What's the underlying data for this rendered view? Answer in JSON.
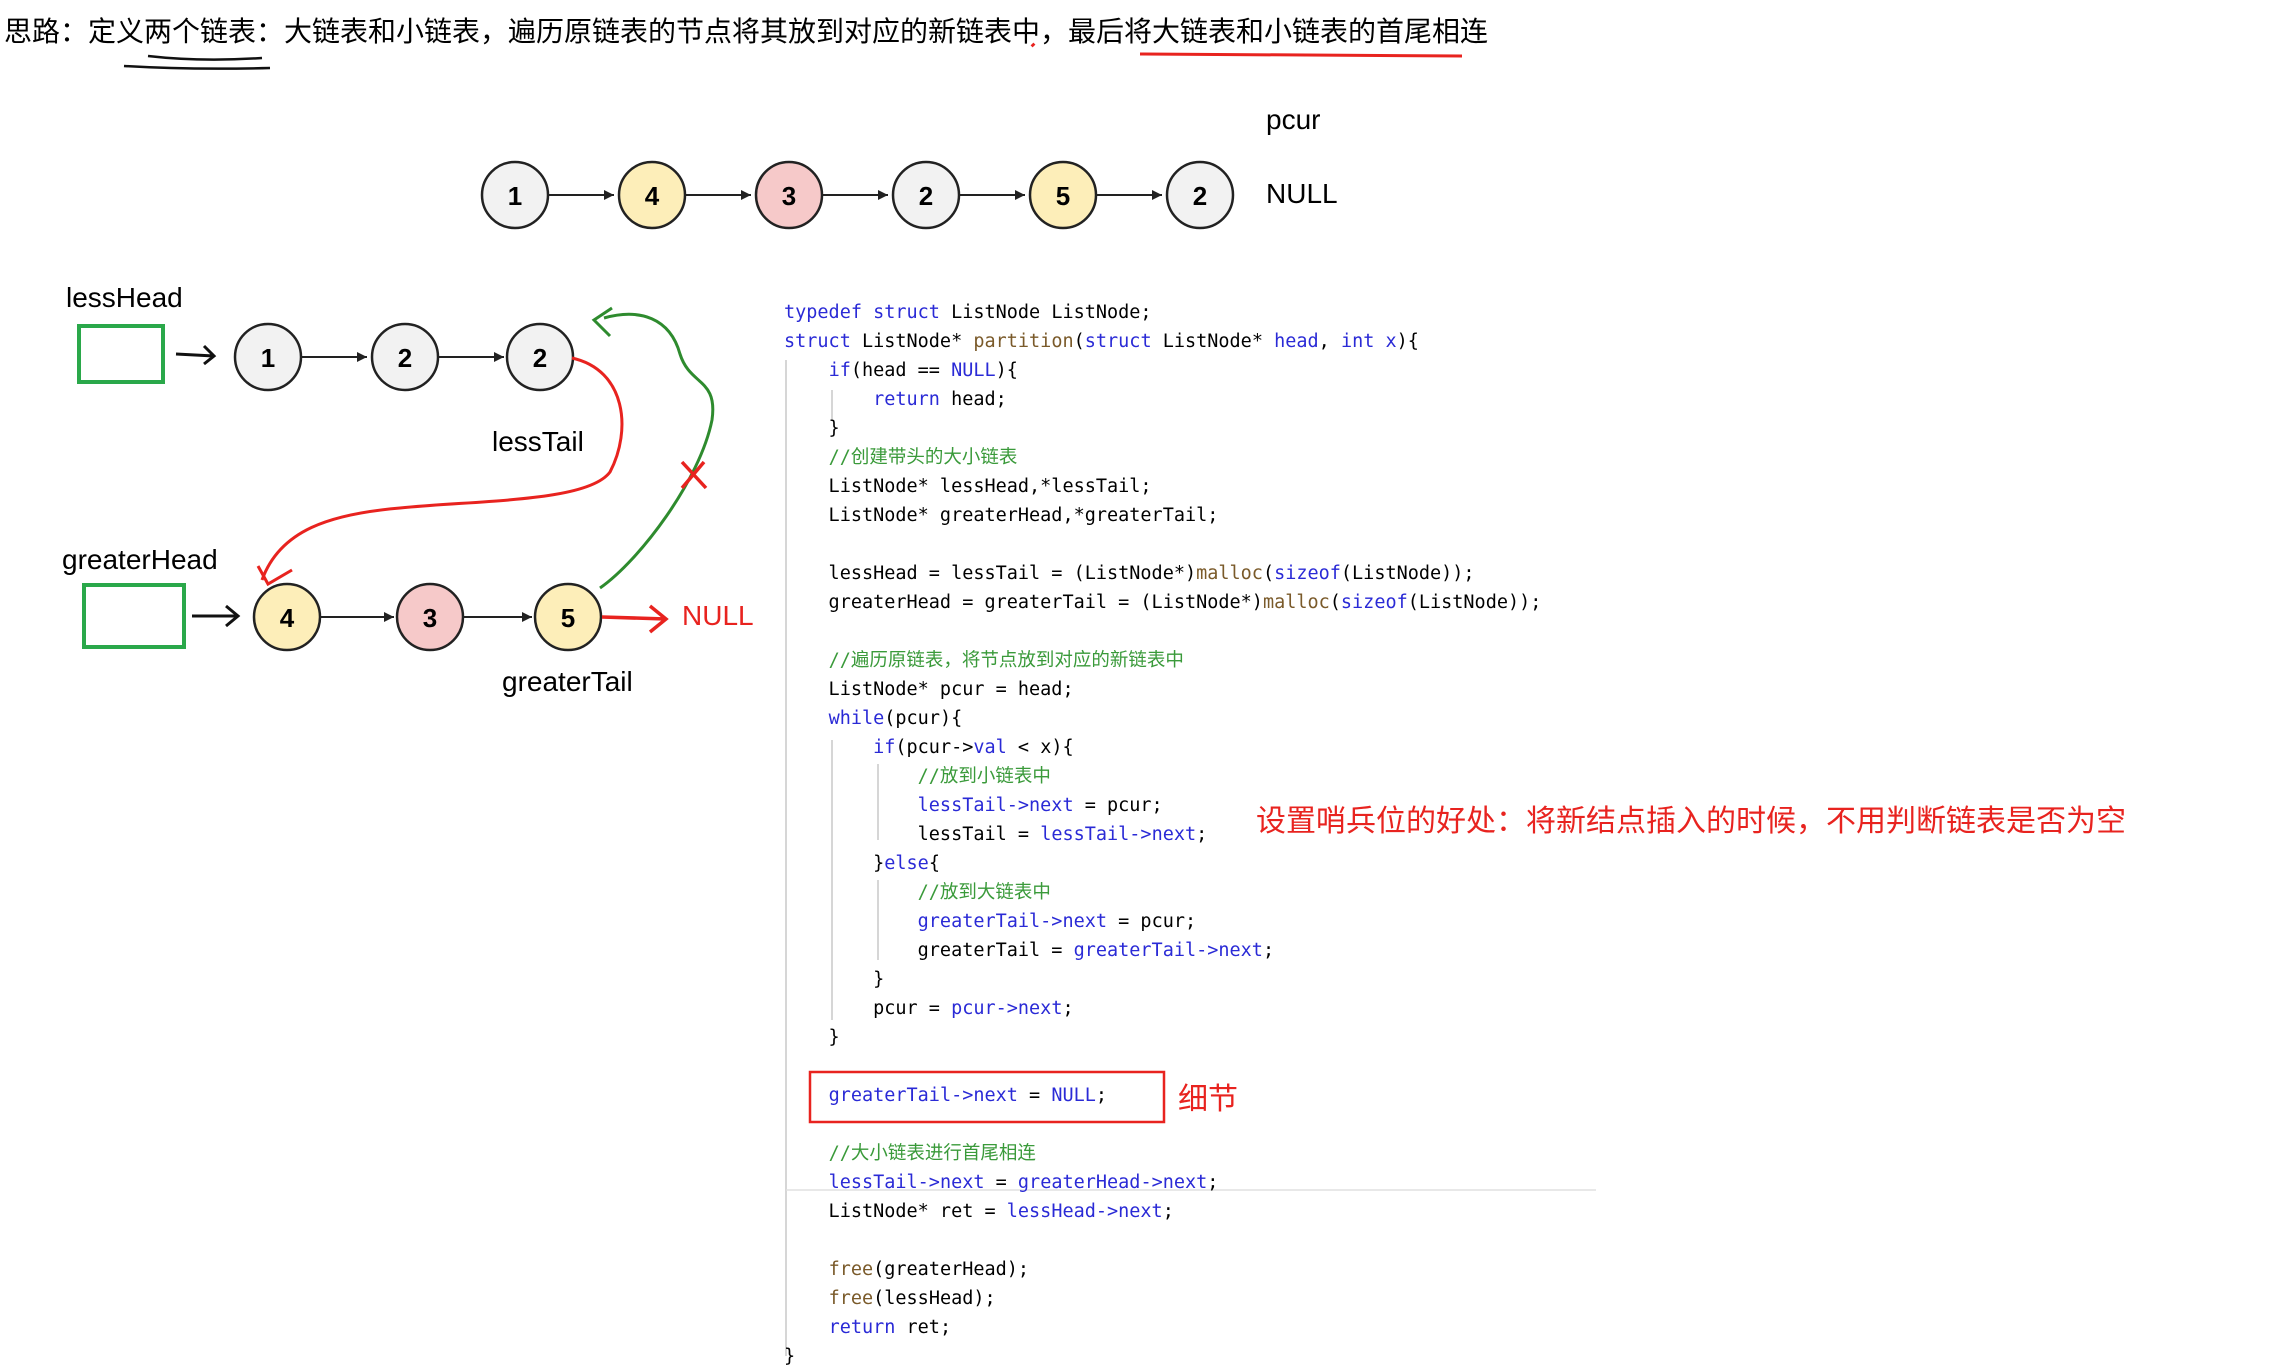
{
  "title": {
    "parts": [
      "思路：定义",
      "两个链表",
      "：大链表和小链表，遍历原链表的节点将其放到对应的新链表中，最后将",
      "大链表和小链表的首尾相连"
    ]
  },
  "original_list": {
    "values": [
      "1",
      "4",
      "3",
      "2",
      "5",
      "2"
    ],
    "pointer_label": "pcur",
    "end_label": "NULL"
  },
  "less_list": {
    "head_label": "lessHead",
    "values": [
      "1",
      "2",
      "2"
    ],
    "tail_label": "lessTail"
  },
  "greater_list": {
    "head_label": "greaterHead",
    "values": [
      "4",
      "3",
      "5"
    ],
    "tail_label": "greaterTail",
    "end_label": "NULL"
  },
  "colors": {
    "gray_node": "#f2f2f2",
    "yellow_node": "#fdeeb9",
    "red_node": "#f6c9c9",
    "sentinel_box": "#2aa84a",
    "red_annotation": "#e8231f",
    "green_annotation": "#2e8b2e"
  },
  "code_lines": [
    [
      [
        "kw",
        "typedef"
      ],
      [
        "pl",
        " "
      ],
      [
        "kw",
        "struct"
      ],
      [
        "pl",
        " ListNode ListNode;"
      ]
    ],
    [
      [
        "kw",
        "struct"
      ],
      [
        "pl",
        " ListNode* "
      ],
      [
        "fn",
        "partition"
      ],
      [
        "pl",
        "("
      ],
      [
        "kw",
        "struct"
      ],
      [
        "pl",
        " ListNode* "
      ],
      [
        "kw",
        "head"
      ],
      [
        "pl",
        ", "
      ],
      [
        "kw",
        "int"
      ],
      [
        "pl",
        " "
      ],
      [
        "kw",
        "x"
      ],
      [
        "pl",
        "){"
      ]
    ],
    [
      [
        "pl",
        "    "
      ],
      [
        "kw",
        "if"
      ],
      [
        "pl",
        "(head == "
      ],
      [
        "lit",
        "NULL"
      ],
      [
        "pl",
        "){"
      ]
    ],
    [
      [
        "pl",
        "        "
      ],
      [
        "kw",
        "return"
      ],
      [
        "pl",
        " head;"
      ]
    ],
    [
      [
        "pl",
        "    }"
      ]
    ],
    [
      [
        "pl",
        "    "
      ],
      [
        "cm",
        "//创建带头的大小链表"
      ]
    ],
    [
      [
        "pl",
        "    ListNode* lessHead,*lessTail;"
      ]
    ],
    [
      [
        "pl",
        "    ListNode* greaterHead,*greaterTail;"
      ]
    ],
    [
      [
        "pl",
        ""
      ]
    ],
    [
      [
        "pl",
        "    lessHead = lessTail = (ListNode*)"
      ],
      [
        "fn",
        "malloc"
      ],
      [
        "pl",
        "("
      ],
      [
        "kw",
        "sizeof"
      ],
      [
        "pl",
        "(ListNode));"
      ]
    ],
    [
      [
        "pl",
        "    greaterHead = greaterTail = (ListNode*)"
      ],
      [
        "fn",
        "malloc"
      ],
      [
        "pl",
        "("
      ],
      [
        "kw",
        "sizeof"
      ],
      [
        "pl",
        "(ListNode));"
      ]
    ],
    [
      [
        "pl",
        ""
      ]
    ],
    [
      [
        "pl",
        "    "
      ],
      [
        "cm",
        "//遍历原链表，将节点放到对应的新链表中"
      ]
    ],
    [
      [
        "pl",
        "    ListNode* pcur = head;"
      ]
    ],
    [
      [
        "pl",
        "    "
      ],
      [
        "kw",
        "while"
      ],
      [
        "pl",
        "(pcur){"
      ]
    ],
    [
      [
        "pl",
        "        "
      ],
      [
        "kw",
        "if"
      ],
      [
        "pl",
        "(pcur->"
      ],
      [
        "kw",
        "val"
      ],
      [
        "pl",
        " < x){"
      ]
    ],
    [
      [
        "pl",
        "            "
      ],
      [
        "cm",
        "//放到小链表中"
      ]
    ],
    [
      [
        "pl",
        "            "
      ],
      [
        "kw",
        "lessTail->next"
      ],
      [
        "pl",
        " = pcur;"
      ]
    ],
    [
      [
        "pl",
        "            lessTail = "
      ],
      [
        "kw",
        "lessTail->next"
      ],
      [
        "pl",
        ";"
      ]
    ],
    [
      [
        "pl",
        "        }"
      ],
      [
        "kw",
        "else"
      ],
      [
        "pl",
        "{"
      ]
    ],
    [
      [
        "pl",
        "            "
      ],
      [
        "cm",
        "//放到大链表中"
      ]
    ],
    [
      [
        "pl",
        "            "
      ],
      [
        "kw",
        "greaterTail->next"
      ],
      [
        "pl",
        " = pcur;"
      ]
    ],
    [
      [
        "pl",
        "            greaterTail = "
      ],
      [
        "kw",
        "greaterTail->next"
      ],
      [
        "pl",
        ";"
      ]
    ],
    [
      [
        "pl",
        "        }"
      ]
    ],
    [
      [
        "pl",
        "        pcur = "
      ],
      [
        "kw",
        "pcur->next"
      ],
      [
        "pl",
        ";"
      ]
    ],
    [
      [
        "pl",
        "    }"
      ]
    ],
    [
      [
        "pl",
        ""
      ]
    ],
    [
      [
        "pl",
        "    "
      ],
      [
        "kw",
        "greaterTail->next"
      ],
      [
        "pl",
        " = "
      ],
      [
        "lit",
        "NULL"
      ],
      [
        "pl",
        ";"
      ]
    ],
    [
      [
        "pl",
        ""
      ]
    ],
    [
      [
        "pl",
        "    "
      ],
      [
        "cm",
        "//大小链表进行首尾相连"
      ]
    ],
    [
      [
        "pl",
        "    "
      ],
      [
        "kw",
        "lessTail->next"
      ],
      [
        "pl",
        " = "
      ],
      [
        "kw",
        "greaterHead->next"
      ],
      [
        "pl",
        ";"
      ]
    ],
    [
      [
        "pl",
        "    ListNode* ret = "
      ],
      [
        "kw",
        "lessHead->next"
      ],
      [
        "pl",
        ";"
      ]
    ],
    [
      [
        "pl",
        ""
      ]
    ],
    [
      [
        "pl",
        "    "
      ],
      [
        "fn",
        "free"
      ],
      [
        "pl",
        "(greaterHead);"
      ]
    ],
    [
      [
        "pl",
        "    "
      ],
      [
        "fn",
        "free"
      ],
      [
        "pl",
        "(lessHead);"
      ]
    ],
    [
      [
        "pl",
        "    "
      ],
      [
        "kw",
        "return"
      ],
      [
        "pl",
        " ret;"
      ]
    ],
    [
      [
        "pl",
        "}"
      ]
    ]
  ],
  "notes": {
    "sentinel_note": "设置哨兵位的好处：将新结点插入的时候，不用判断链表是否为空",
    "detail_note": "细节"
  }
}
